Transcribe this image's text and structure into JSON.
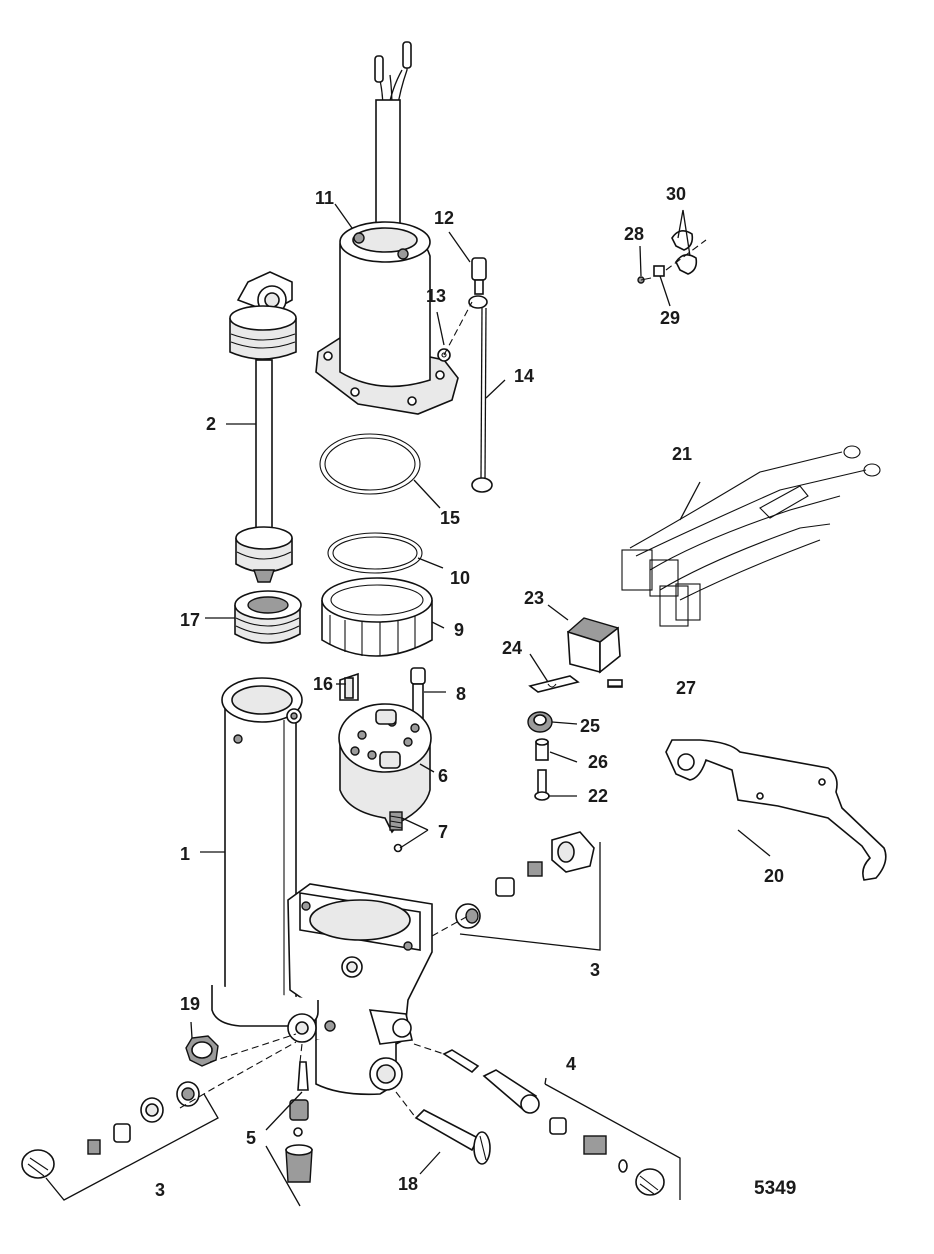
{
  "figure_number": "5349",
  "callouts": [
    {
      "id": "c1",
      "label": "1"
    },
    {
      "id": "c2",
      "label": "2"
    },
    {
      "id": "c3a",
      "label": "3"
    },
    {
      "id": "c3b",
      "label": "3"
    },
    {
      "id": "c4",
      "label": "4"
    },
    {
      "id": "c5",
      "label": "5"
    },
    {
      "id": "c6",
      "label": "6"
    },
    {
      "id": "c7",
      "label": "7"
    },
    {
      "id": "c8",
      "label": "8"
    },
    {
      "id": "c9",
      "label": "9"
    },
    {
      "id": "c10",
      "label": "10"
    },
    {
      "id": "c11",
      "label": "11"
    },
    {
      "id": "c12",
      "label": "12"
    },
    {
      "id": "c13",
      "label": "13"
    },
    {
      "id": "c14",
      "label": "14"
    },
    {
      "id": "c15",
      "label": "15"
    },
    {
      "id": "c16",
      "label": "16"
    },
    {
      "id": "c17",
      "label": "17"
    },
    {
      "id": "c18",
      "label": "18"
    },
    {
      "id": "c19",
      "label": "19"
    },
    {
      "id": "c20",
      "label": "20"
    },
    {
      "id": "c21",
      "label": "21"
    },
    {
      "id": "c22",
      "label": "22"
    },
    {
      "id": "c23",
      "label": "23"
    },
    {
      "id": "c24",
      "label": "24"
    },
    {
      "id": "c25",
      "label": "25"
    },
    {
      "id": "c26",
      "label": "26"
    },
    {
      "id": "c27",
      "label": "27"
    },
    {
      "id": "c28",
      "label": "28"
    },
    {
      "id": "c29",
      "label": "29"
    },
    {
      "id": "c30",
      "label": "30"
    }
  ]
}
